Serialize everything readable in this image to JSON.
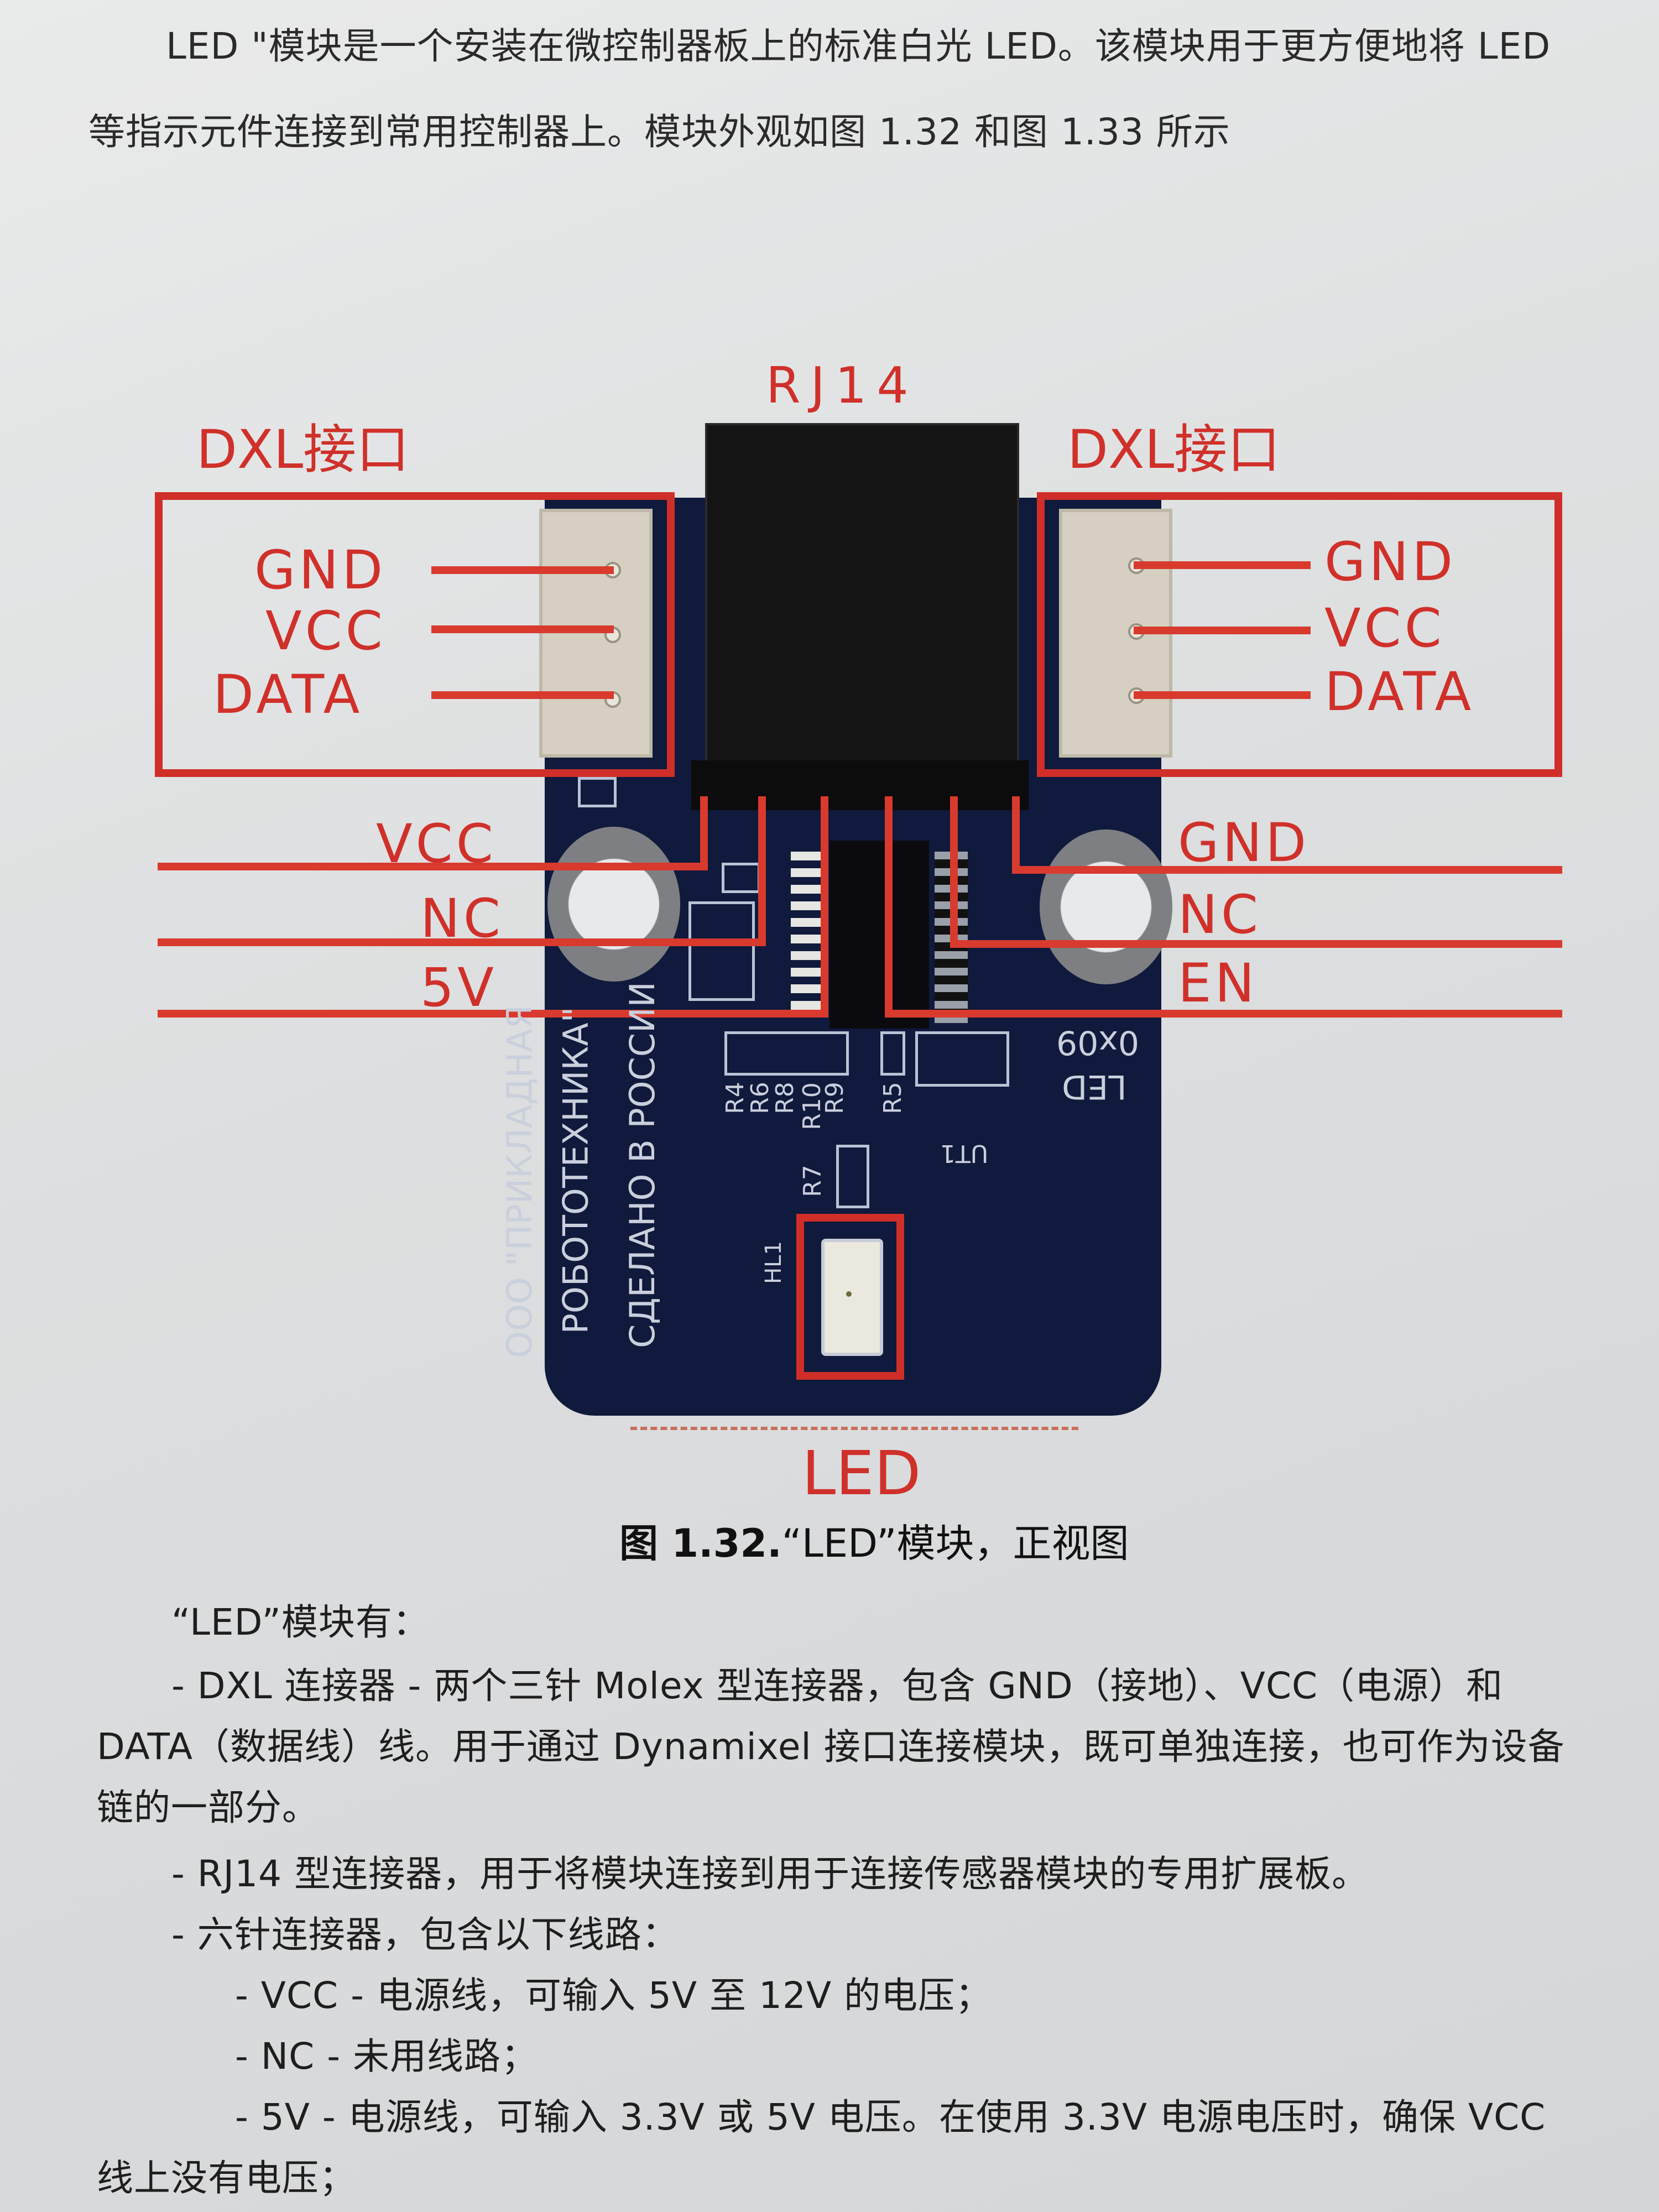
{
  "intro": {
    "line1": "LED \"模块是一个安装在微控制器板上的标准白光 LED。该模块用于更方便地将 LED",
    "line2": "等指示元件连接到常用控制器上。模块外观如图 1.32 和图 1.33 所示"
  },
  "figure": {
    "rj14_label": "RJ14",
    "left_dxl": {
      "title": "DXL接口",
      "pins": [
        "GND",
        "VCC",
        "DATA"
      ]
    },
    "right_dxl": {
      "title": "DXL接口",
      "pins": [
        "GND",
        "VCC",
        "DATA"
      ]
    },
    "six_pin_left": [
      "VCC",
      "NC",
      "5V"
    ],
    "six_pin_right": [
      "GND",
      "NC",
      "EN"
    ],
    "led_label": "LED",
    "silkscreen": {
      "company_line1": "OOO \"ПРИКЛАДНАЯ",
      "company_line2": "РОБОТОТЕХНИКА\"",
      "made_in": "СДЕЛАНО В РОССИИ",
      "resistors": [
        "R4",
        "R6",
        "R8",
        "R10",
        "R9",
        "R5",
        "R7"
      ],
      "ut1": "UT1",
      "hl1": "HL1",
      "address": "0x09",
      "board_name": "LED"
    },
    "caption_num": "图 1.32.",
    "caption_text": "“LED”模块，正视图"
  },
  "body": {
    "heading": "“LED”模块有：",
    "items": [
      "- DXL 连接器 - 两个三针 Molex 型连接器，包含 GND（接地）、VCC（电源）和",
      "DATA（数据线）线。用于通过 Dynamixel 接口连接模块，既可单独连接，也可作为设备",
      "链的一部分。",
      "- RJ14 型连接器，用于将模块连接到用于连接传感器模块的专用扩展板。",
      "- 六针连接器，包含以下线路：",
      "- VCC - 电源线，可输入 5V 至 12V 的电压；",
      "- NC - 未用线路；",
      "- 5V - 电源线，可输入 3.3V 或 5V 电压。在使用 3.3V 电源电压时，确保 VCC",
      "线上没有电压；"
    ]
  },
  "colors": {
    "annotation_red": "#d0302a",
    "pcb_blue": "#0f1a3c",
    "paper": "#e2e4e5"
  }
}
